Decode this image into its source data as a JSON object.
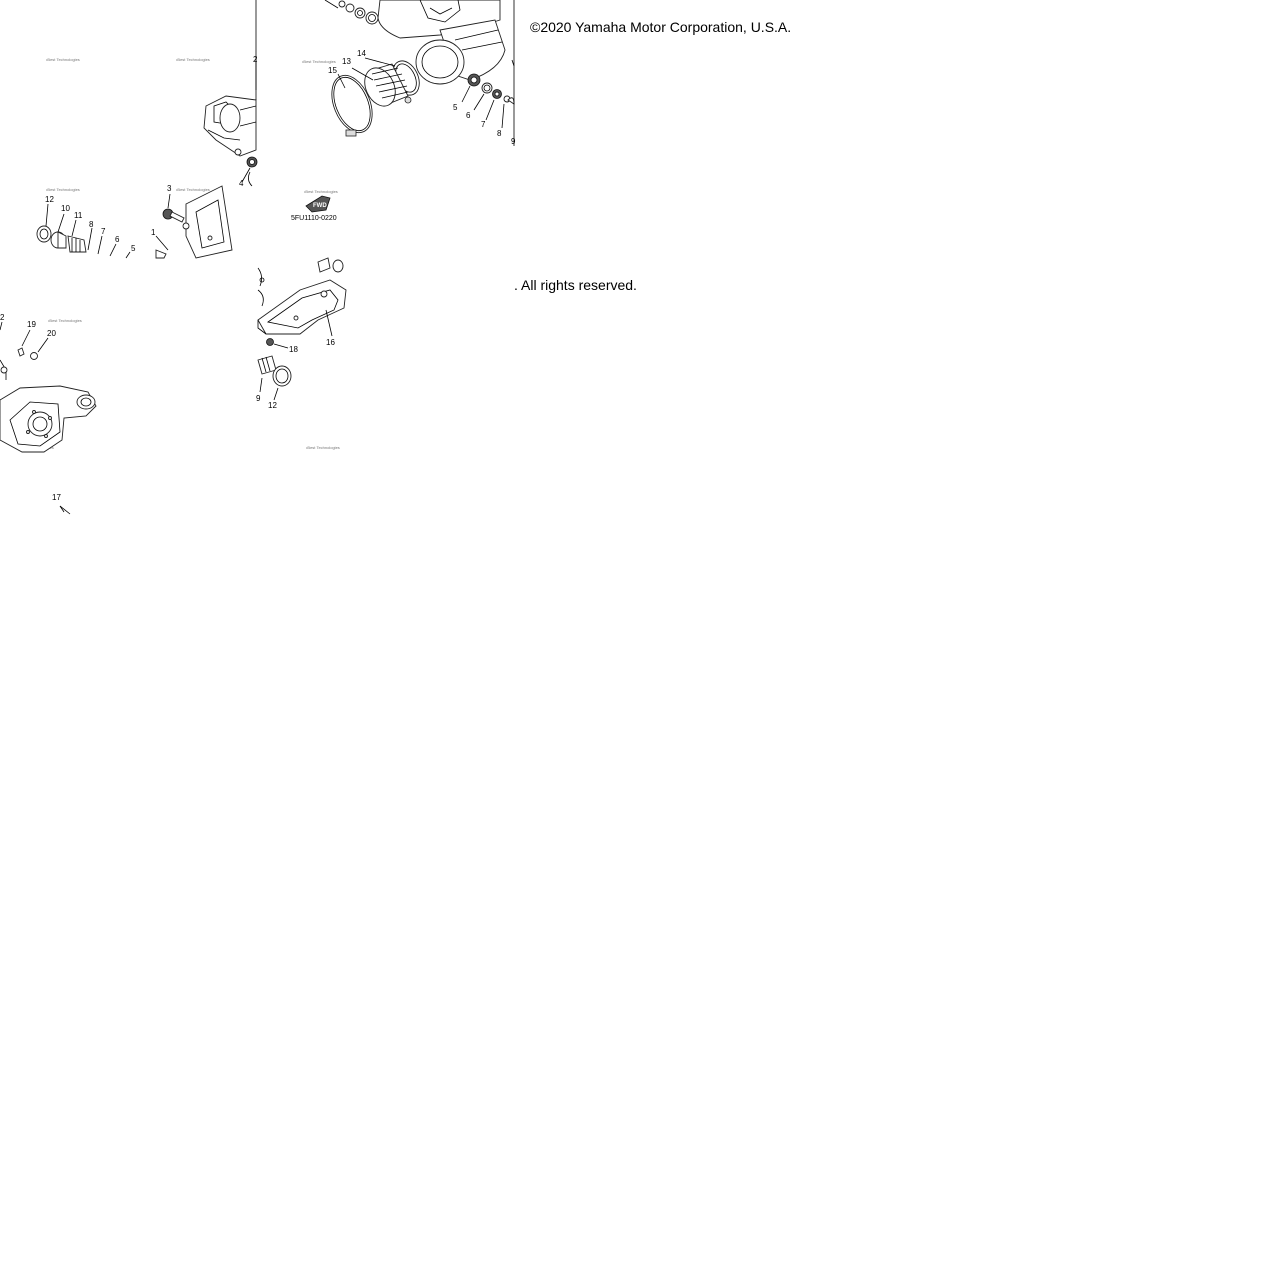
{
  "copyright_text": "©2020 Yamaha Motor Corporation, U.S.A.",
  "rights_text": ". All rights reserved.",
  "diagram": {
    "code_label": "5FU1110-0220",
    "fwd_label": "FWD",
    "callouts": [
      "1",
      "2",
      "3",
      "4",
      "5",
      "6",
      "7",
      "8",
      "9",
      "10",
      "11",
      "12",
      "13",
      "14",
      "15",
      "16",
      "17",
      "18",
      "19",
      "20",
      "5",
      "6",
      "7",
      "8",
      "9",
      "12",
      "2"
    ]
  }
}
